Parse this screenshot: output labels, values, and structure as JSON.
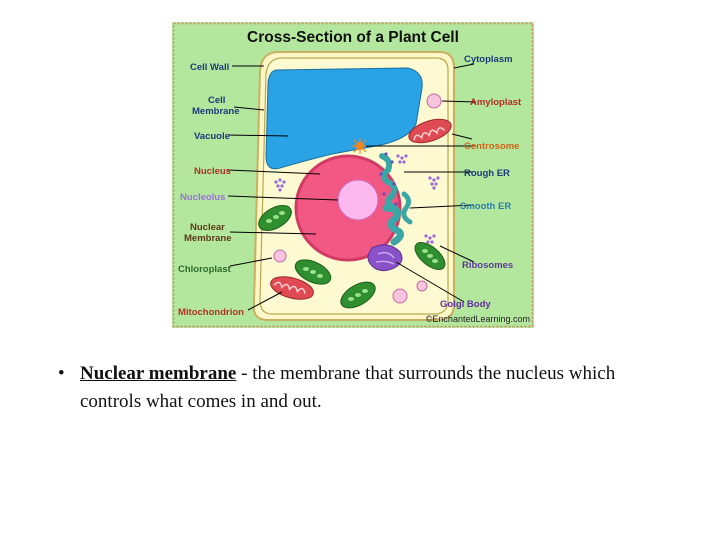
{
  "diagram": {
    "title": "Cross-Section of a Plant Cell",
    "credit": "©EnchantedLearning.com",
    "labels_left": [
      "Cell Wall",
      "Cell",
      "Membrane",
      "Vacuole",
      "Nucleus",
      "Nucleolus",
      "Nuclear",
      "Membrane",
      "Chloroplast",
      "Mitochondrion"
    ],
    "labels_right": [
      "Cytoplasm",
      "Amyloplast",
      "Centrosome",
      "Rough ER",
      "Smooth ER",
      "Ribosomes",
      "Golgi Body"
    ],
    "colors": {
      "background": "#b4e79e",
      "cell_wall": "#fff7c8",
      "cytoplasm": "#fdf9d0",
      "vacuole": "#2aa3e6",
      "nucleus": "#f25884",
      "nucleolus": "#fbb8ee",
      "chloroplast": "#2f8f2f",
      "mitochondrion": "#e04a52",
      "golgi": "#8a52c8",
      "er": "#3aa7a7",
      "label_dark": "#1c3a7a",
      "label_red": "#b0302a",
      "label_purple": "#9a72d8"
    }
  },
  "bullet": {
    "symbol": "•",
    "term": "Nuclear membrane",
    "definition": " - the membrane that surrounds the nucleus which controls what comes in and out."
  }
}
